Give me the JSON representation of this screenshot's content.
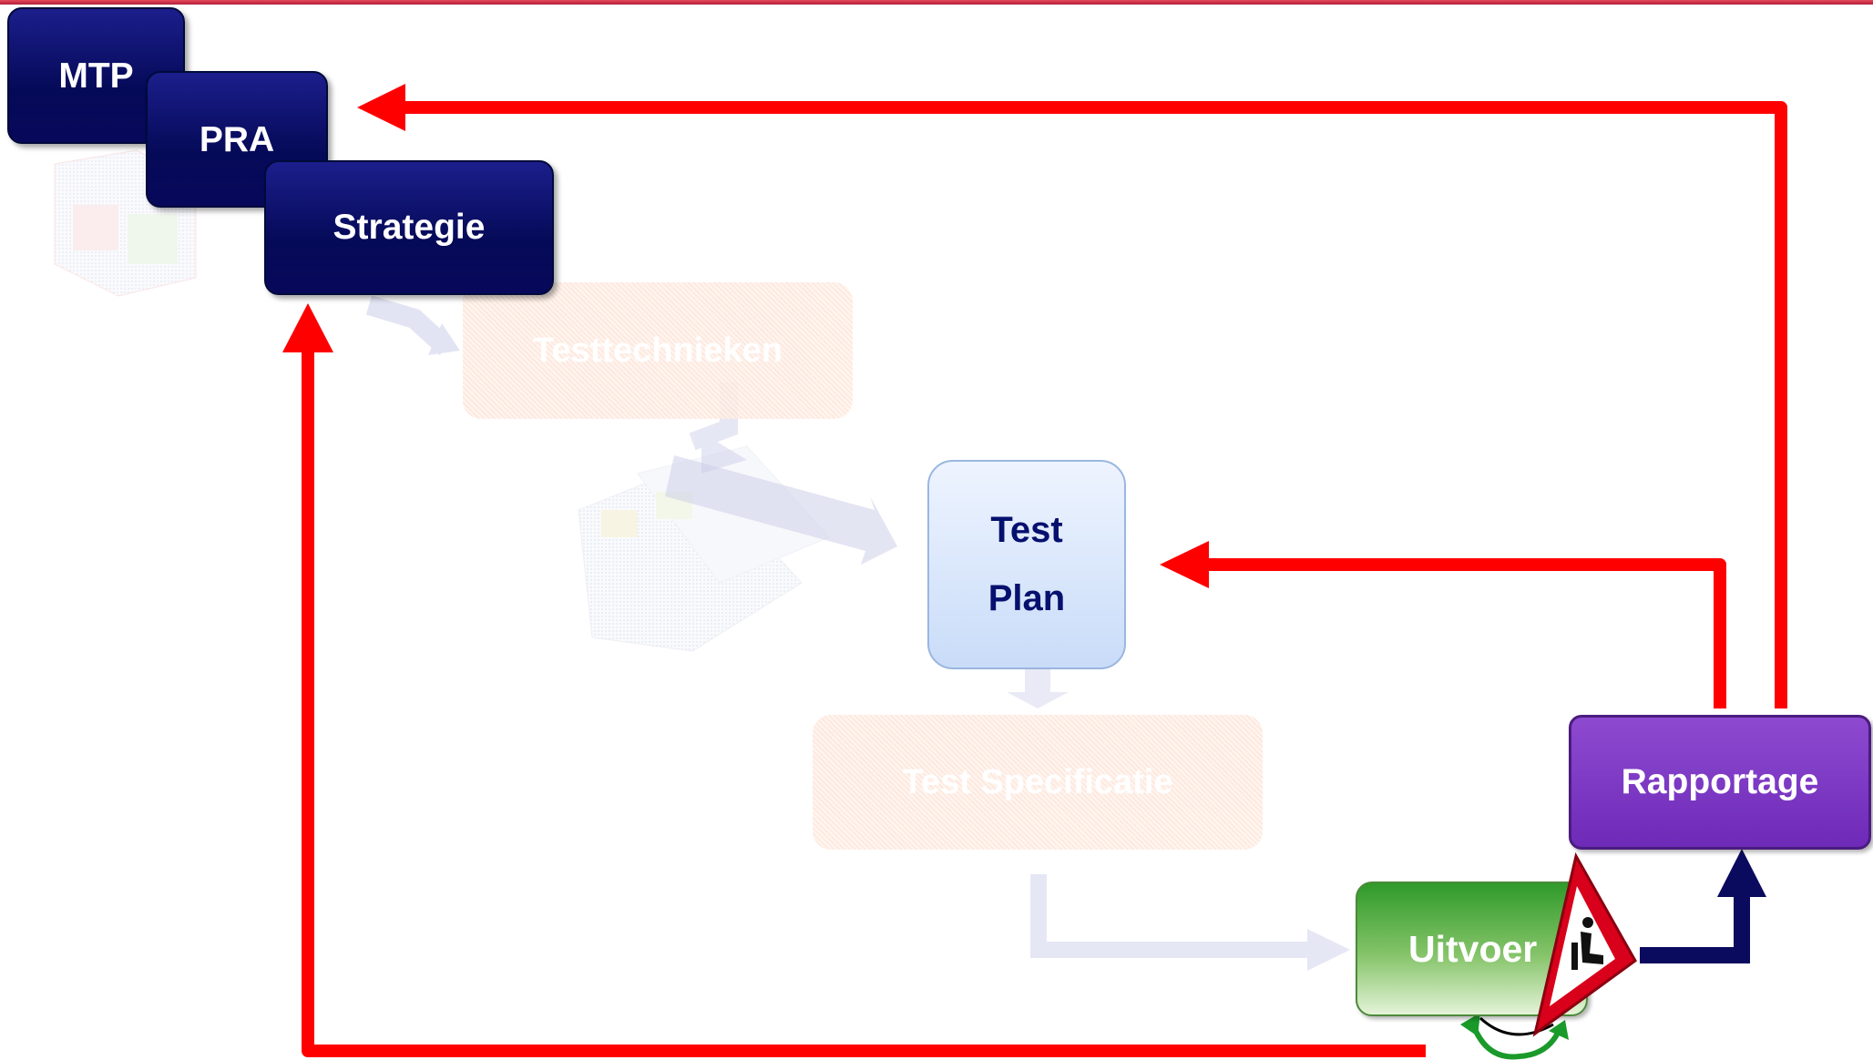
{
  "boxes": {
    "mtp": "MTP",
    "pra": "PRA",
    "strategie": "Strategie",
    "testtechnieken": "Testtechnieken",
    "test_plan_line1": "Test",
    "test_plan_line2": "Plan",
    "test_specificatie": "Test Specificatie",
    "uitvoer": "Uitvoer",
    "rapportage": "Rapportage"
  },
  "colors": {
    "feedback_arrow": "#ff0000",
    "forward_arrow": "#0a0a5e",
    "navy": "#050a58",
    "purple": "#7030a0",
    "green": "#4ea83a"
  },
  "icons": [
    "warning-sign-icon",
    "cycle-arrows-icon",
    "cards-image",
    "cube-image"
  ]
}
